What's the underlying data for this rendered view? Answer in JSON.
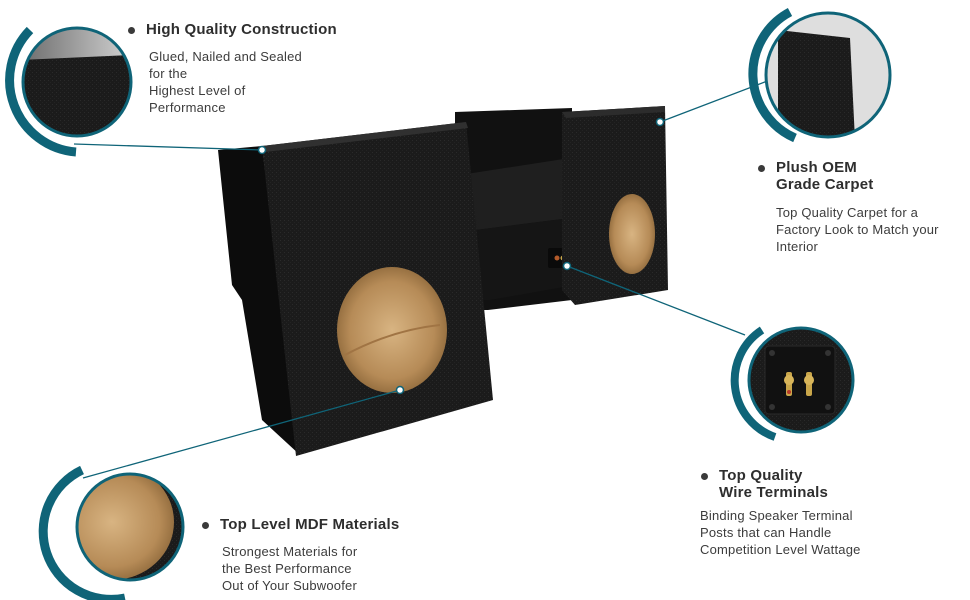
{
  "accent_color": "#0f6478",
  "features": [
    {
      "title": "High Quality Construction",
      "description": "Glued, Nailed and Sealed\nfor the\nHighest Level of\nPerformance"
    },
    {
      "title": "Plush OEM\nGrade Carpet",
      "description": "Top Quality Carpet for a\nFactory Look to Match your\nInterior"
    },
    {
      "title": "Top Quality\nWire Terminals",
      "description": "Binding Speaker Terminal\nPosts that can Handle\nCompetition Level Wattage"
    },
    {
      "title": "Top Level MDF Materials",
      "description": "Strongest Materials for\nthe Best Performance\nOut of  Your Subwoofer"
    }
  ]
}
